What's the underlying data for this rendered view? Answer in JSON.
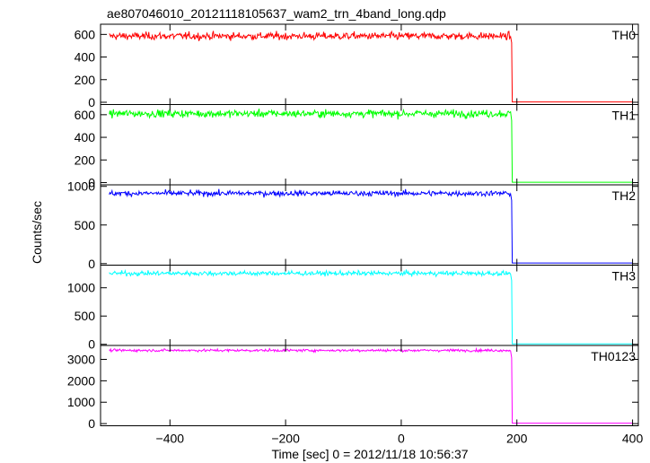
{
  "chart_data": {
    "type": "line",
    "title": "ae807046010_20121118105637_wam2_trn_4band_long.qdp",
    "xlabel": "Time [sec] 0 = 2012/11/18 10:56:37",
    "ylabel": "Counts/sec",
    "xlim": [
      -520,
      410
    ],
    "xticks": [
      -400,
      -200,
      0,
      200,
      400
    ],
    "xtick_labels": [
      "−400",
      "−200",
      "0",
      "200",
      "400"
    ],
    "step_time": 191,
    "data_start": -505,
    "data_end": 400,
    "panels": [
      {
        "name": "TH0",
        "color": "#ff0000",
        "ylim": [
          -20,
          690
        ],
        "yticks": [
          0,
          200,
          400,
          600
        ],
        "level": 585,
        "noise": 28,
        "after": 3
      },
      {
        "name": "TH1",
        "color": "#00ff00",
        "ylim": [
          -20,
          690
        ],
        "yticks": [
          0,
          200,
          400,
          600
        ],
        "level": 610,
        "noise": 28,
        "after": 3
      },
      {
        "name": "TH2",
        "color": "#0000ff",
        "ylim": [
          -20,
          1020
        ],
        "yticks": [
          0,
          500,
          1000
        ],
        "level": 910,
        "noise": 30,
        "after": 8
      },
      {
        "name": "TH3",
        "color": "#00ffff",
        "ylim": [
          -20,
          1400
        ],
        "yticks": [
          0,
          500,
          1000
        ],
        "level": 1255,
        "noise": 35,
        "after": 8
      },
      {
        "name": "TH0123",
        "color": "#ff00ff",
        "ylim": [
          -100,
          3650
        ],
        "yticks": [
          0,
          1000,
          2000,
          3000
        ],
        "level": 3420,
        "noise": 50,
        "after": 20
      }
    ]
  }
}
